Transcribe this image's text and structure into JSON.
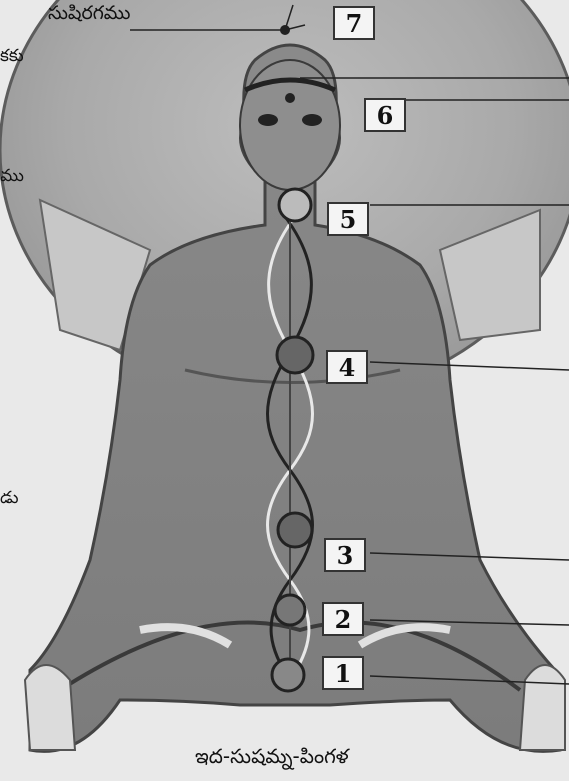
{
  "top_label": "సుషిరగము",
  "caption": "ఇద-సుషమ్న-పింగళ",
  "edge_fragments": [
    "కకు",
    "ము",
    "డు"
  ],
  "chakra_numbers": [
    "1",
    "2",
    "3",
    "4",
    "5",
    "6",
    "7"
  ]
}
